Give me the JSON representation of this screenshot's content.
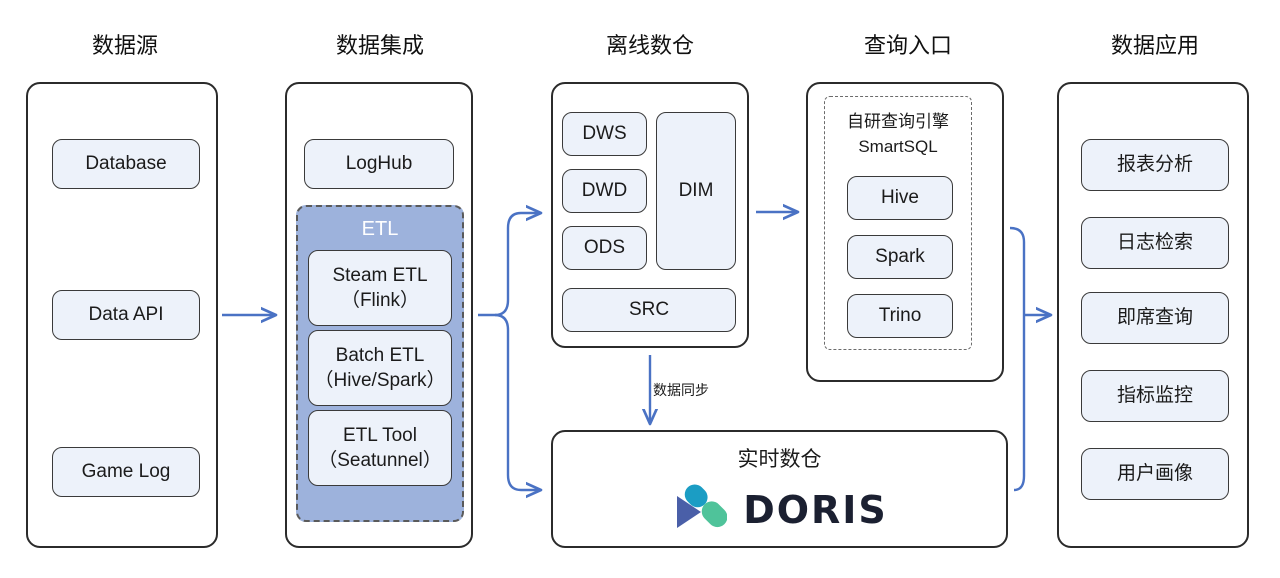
{
  "diagram": {
    "title_colors": {
      "arrow": "#4a72c4",
      "container_border": "#2b2b2b",
      "node_fill": "#edf2fa",
      "node_border": "#3a3a3a",
      "etl_fill": "#9db2dc",
      "doris_blue": "#4a5fa8",
      "doris_teal": "#1b9dc4",
      "doris_green": "#4fc39a",
      "doris_text": "#1b2031"
    },
    "columns": [
      {
        "id": "data-source",
        "title": "数据源",
        "nodes": [
          {
            "label": "Database"
          },
          {
            "label": "Data API"
          },
          {
            "label": "Game Log"
          }
        ]
      },
      {
        "id": "data-integration",
        "title": "数据集成",
        "nodes": [
          {
            "label": "LogHub"
          }
        ],
        "group": {
          "label": "ETL",
          "nodes": [
            {
              "line1": "Steam ETL",
              "line2": "（Flink）"
            },
            {
              "line1": "Batch ETL",
              "line2": "（Hive/Spark）"
            },
            {
              "line1": "ETL Tool",
              "line2": "（Seatunnel）"
            }
          ]
        }
      },
      {
        "id": "offline-warehouse",
        "title": "离线数仓",
        "nodes": [
          {
            "label": "DWS"
          },
          {
            "label": "DWD"
          },
          {
            "label": "ODS"
          },
          {
            "label": "DIM"
          },
          {
            "label": "SRC"
          }
        ]
      },
      {
        "id": "query-entry",
        "title": "查询入口",
        "group": {
          "line1": "自研查询引擎",
          "line2": "SmartSQL",
          "nodes": [
            {
              "label": "Hive"
            },
            {
              "label": "Spark"
            },
            {
              "label": "Trino"
            }
          ]
        }
      },
      {
        "id": "data-application",
        "title": "数据应用",
        "nodes": [
          {
            "label": "报表分析"
          },
          {
            "label": "日志检索"
          },
          {
            "label": "即席查询"
          },
          {
            "label": "指标监控"
          },
          {
            "label": "用户画像"
          }
        ]
      }
    ],
    "realtime": {
      "title": "实时数仓",
      "logo_text": "DORIS"
    },
    "edges": [
      {
        "id": "sync",
        "label": "数据同步"
      }
    ]
  }
}
